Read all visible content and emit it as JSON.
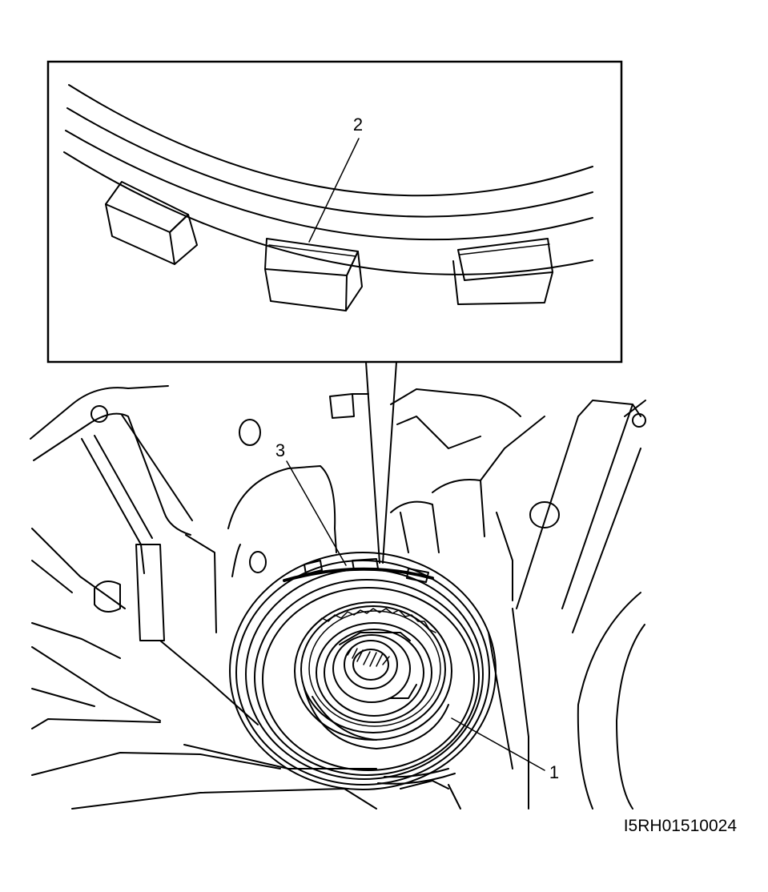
{
  "callouts": {
    "one": "1",
    "two": "2",
    "three": "3"
  },
  "figure_id": "I5RH01510024"
}
